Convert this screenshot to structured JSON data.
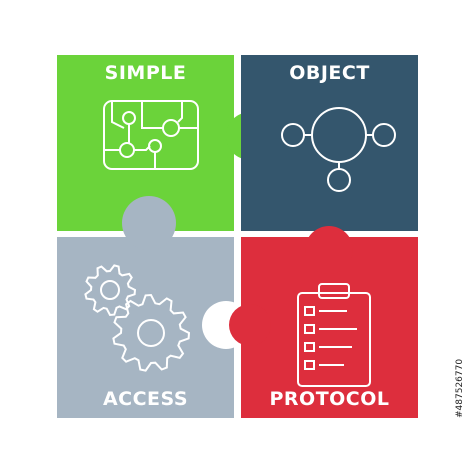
{
  "pieces": [
    {
      "word": "SIMPLE",
      "color": "#6bd33a",
      "icon": "circuit-board-icon"
    },
    {
      "word": "OBJECT",
      "color": "#34566d",
      "icon": "network-node-icon"
    },
    {
      "word": "ACCESS",
      "color": "#a6b5c3",
      "icon": "gears-icon"
    },
    {
      "word": "PROTOCOL",
      "color": "#dd2e3d",
      "icon": "checklist-clipboard-icon"
    }
  ],
  "stock_id": "#487526770",
  "icon_stroke": "#ffffff",
  "background": "#ffffff"
}
